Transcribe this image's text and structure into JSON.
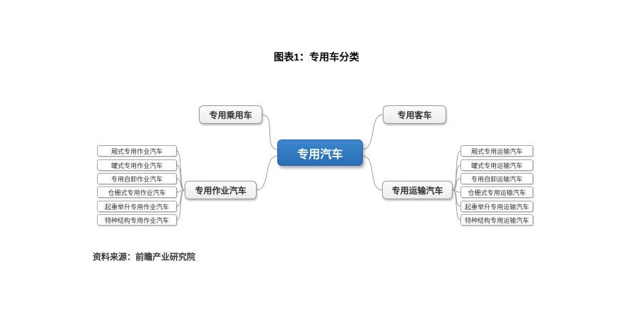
{
  "title": "图表1：专用车分类",
  "source": "资料来源：前瞻产业研究院",
  "diagram": {
    "root": "专用汽车",
    "branches": [
      {
        "label": "专用乘用车",
        "children": []
      },
      {
        "label": "专用客车",
        "children": []
      },
      {
        "label": "专用作业汽车",
        "children": [
          "厢式专用作业汽车",
          "罐式专用作业汽车",
          "专用自卸作业汽车",
          "仓栅式专用作业汽车",
          "起重举升专用作业汽车",
          "特种结构专用作业汽车"
        ]
      },
      {
        "label": "专用运输汽车",
        "children": [
          "厢式专用运输汽车",
          "罐式专用运输汽车",
          "专用自卸运输汽车",
          "仓栅式专用运输汽车",
          "起重举升专用运输汽车",
          "特种结构专用运输汽车"
        ]
      }
    ]
  },
  "colors": {
    "root_fill": "#2f77bd",
    "connector": "#9aa0a6"
  }
}
